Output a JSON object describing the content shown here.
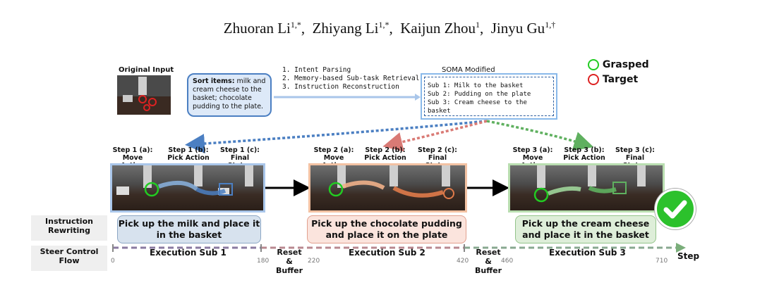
{
  "authors": {
    "a1": "Zhuoran Li",
    "a1_sup": "1,*",
    "a2": "Zhiyang Li",
    "a2_sup": "1,*",
    "a3": "Kaijun Zhou",
    "a3_sup": "1",
    "a4": "Jinyu Gu",
    "a4_sup": "1,†"
  },
  "original_input": {
    "title": "Original Input",
    "speech_bold": "Sort items:",
    "speech_text": " milk and cream cheese to the basket; chocolate pudding to the plate."
  },
  "pipeline": [
    "1. Intent Parsing",
    "2. Memory-based Sub-task Retrieval",
    "3. Instruction Reconstruction"
  ],
  "soma": {
    "title": "SOMA Modified",
    "subs": [
      "Sub 1: Milk to the basket",
      "Sub 2: Pudding on the plate",
      "Sub 3: Cream cheese to the basket"
    ]
  },
  "legend": {
    "grasped": "Grasped",
    "target": "Target",
    "grasped_color": "#22cc22",
    "target_color": "#dd2222"
  },
  "stages": [
    {
      "steps": [
        [
          "Step 1 (a):",
          "Move Action"
        ],
        [
          "Step 1 (b):",
          "Pick Action"
        ],
        [
          "Step 1 (c):",
          "Final Status"
        ]
      ],
      "rewrite": "Pick up the milk and place it in the basket",
      "color": "#4b7fc2"
    },
    {
      "steps": [
        [
          "Step 2 (a):",
          "Move Action"
        ],
        [
          "Step 2 (b):",
          "Pick Action"
        ],
        [
          "Step 2 (c):",
          "Final Status"
        ]
      ],
      "rewrite": "Pick up the chocolate pudding and place it on the plate",
      "color": "#e07b4a"
    },
    {
      "steps": [
        [
          "Step 3 (a):",
          "Move Action"
        ],
        [
          "Step 3 (b):",
          "Pick Action"
        ],
        [
          "Step 3 (c):",
          "Final Status"
        ]
      ],
      "rewrite": "Pick up the cream cheese and place it in the basket",
      "color": "#5fb05f"
    }
  ],
  "labels": {
    "instruction_rewriting": "Instruction Rewriting",
    "steer_control_flow": "Steer Control Flow",
    "step": "Step"
  },
  "flow": {
    "exec1": "Execution Sub 1",
    "exec2": "Execution Sub 2",
    "exec3": "Execution Sub 3",
    "reset1": [
      "Reset",
      "&",
      "Buffer"
    ],
    "reset2": [
      "Reset",
      "&",
      "Buffer"
    ],
    "ticks": [
      "0",
      "180",
      "220",
      "420",
      "460",
      "710"
    ]
  }
}
